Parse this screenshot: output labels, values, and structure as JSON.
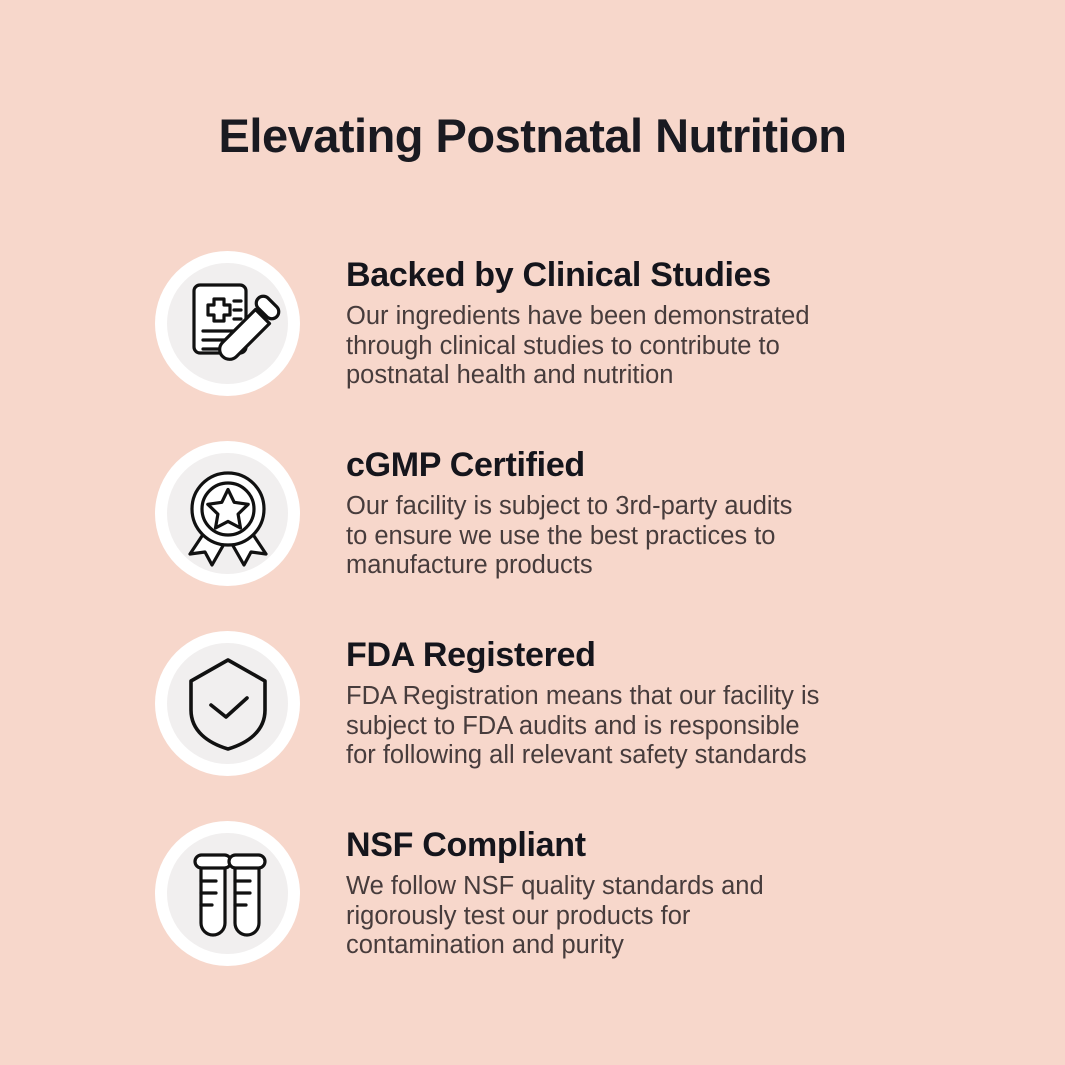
{
  "page": {
    "title": "Elevating Postnatal Nutrition",
    "background_color": "#F7D7CB",
    "heading_color": "#15151C",
    "body_text_color": "#473C3C",
    "badge_outer_color": "#FFFFFF",
    "badge_inner_color": "#F1EFEF",
    "icon_stroke_color": "#111111"
  },
  "features": [
    {
      "icon": "clipboard-test-tube-icon",
      "heading": "Backed by Clinical Studies",
      "description": "Our ingredients have been demonstrated\nthrough clinical studies to contribute to\npostnatal health and nutrition"
    },
    {
      "icon": "award-rosette-icon",
      "heading": "cGMP Certified",
      "description": "Our facility is subject to 3rd-party audits\nto ensure we use the best practices to\nmanufacture products"
    },
    {
      "icon": "shield-check-icon",
      "heading": "FDA Registered",
      "description": "FDA Registration means that our facility is\nsubject to FDA audits and is responsible\nfor following all relevant safety standards"
    },
    {
      "icon": "test-tubes-icon",
      "heading": "NSF Compliant",
      "description": "We follow NSF quality standards and\nrigorously test our products for\ncontamination and purity"
    }
  ]
}
